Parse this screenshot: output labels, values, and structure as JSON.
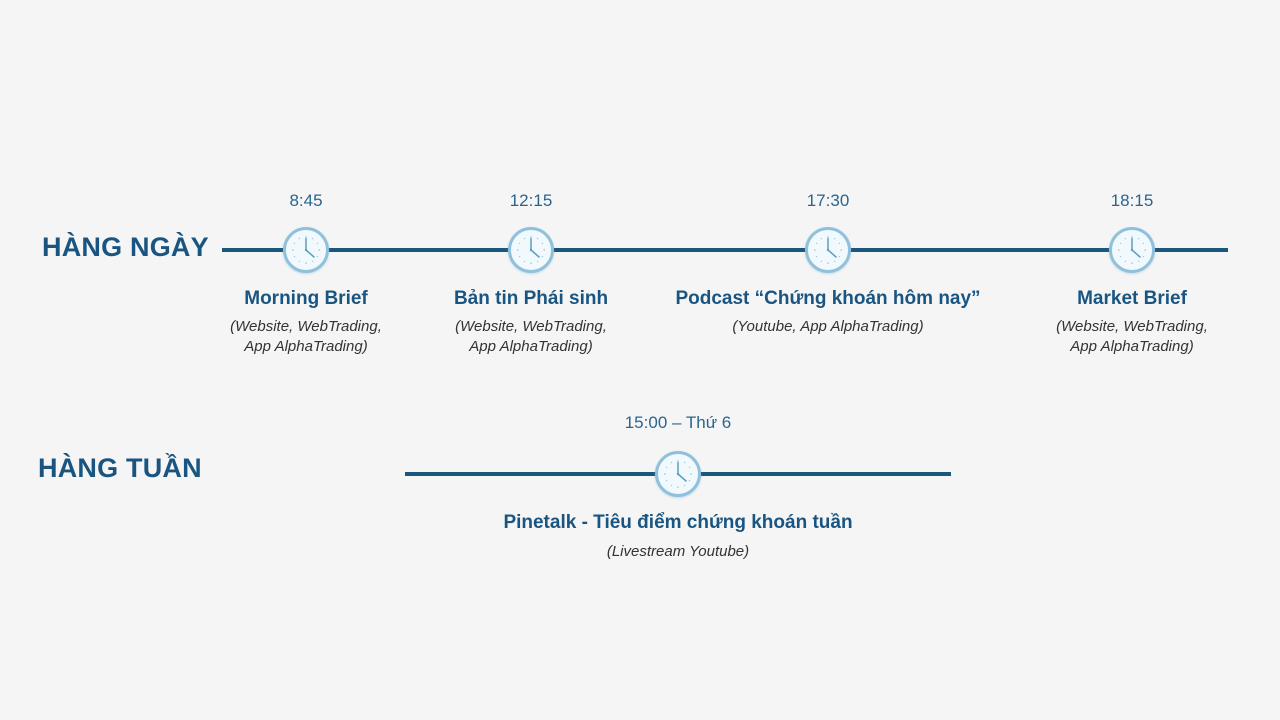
{
  "background_color": "#f5f5f5",
  "colors": {
    "axis": "#19587c",
    "title": "#1a5582",
    "time": "#2a6590",
    "subtitle": "#333333",
    "clock_ring": "#8fc0dc",
    "clock_face": "#f2f9fd"
  },
  "sections": [
    {
      "id": "daily",
      "label": "HÀNG NGÀY",
      "milestones": [
        {
          "time": "8:45",
          "title": "Morning Brief",
          "subtitle_lines": [
            "(Website, WebTrading,",
            "App AlphaTrading)"
          ],
          "icon": "clock-icon"
        },
        {
          "time": "12:15",
          "title": "Bản tin Phái sinh",
          "subtitle_lines": [
            "(Website, WebTrading,",
            "App AlphaTrading)"
          ],
          "icon": "clock-icon"
        },
        {
          "time": "17:30",
          "title": "Podcast “Chứng khoán hôm nay”",
          "subtitle_lines": [
            "(Youtube, App AlphaTrading)"
          ],
          "icon": "clock-icon"
        },
        {
          "time": "18:15",
          "title": "Market Brief",
          "subtitle_lines": [
            "(Website, WebTrading,",
            "App AlphaTrading)"
          ],
          "icon": "clock-icon"
        }
      ]
    },
    {
      "id": "weekly",
      "label": "HÀNG TUẦN",
      "milestones": [
        {
          "time": "15:00 – Thứ 6",
          "title": "Pinetalk - Tiêu điểm chứng khoán tuần",
          "subtitle_lines": [
            "(Livestream Youtube)"
          ],
          "icon": "clock-icon"
        }
      ]
    }
  ]
}
